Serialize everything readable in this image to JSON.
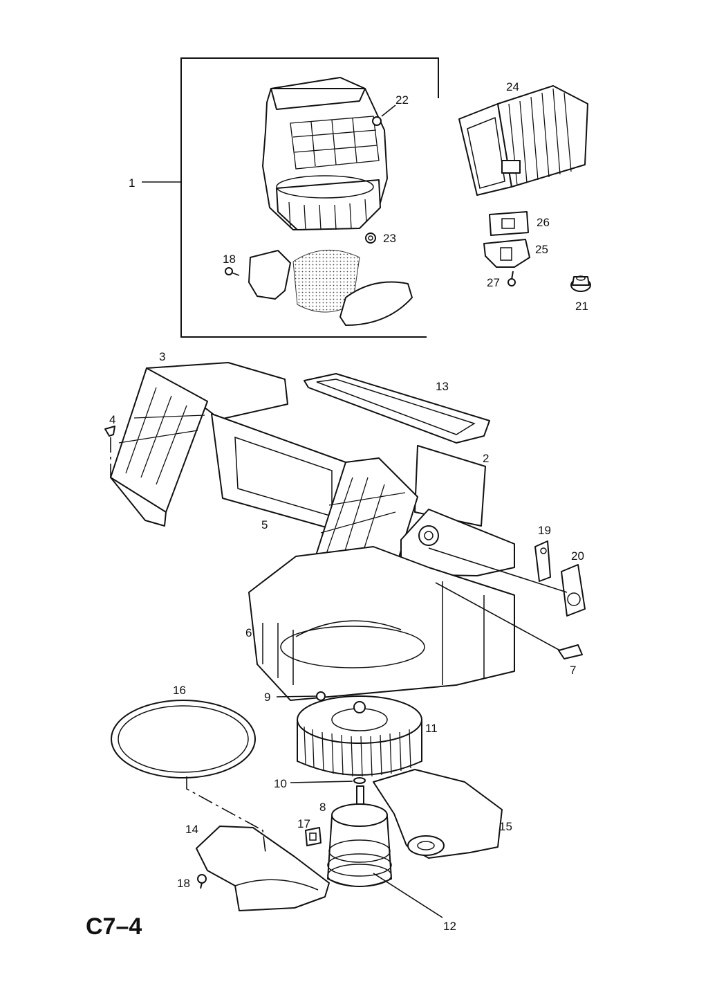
{
  "page_code": "C7–4",
  "callouts": {
    "c1": "1",
    "c2": "2",
    "c3": "3",
    "c4": "4",
    "c5": "5",
    "c6": "6",
    "c7": "7",
    "c8": "8",
    "c9": "9",
    "c10": "10",
    "c11": "11",
    "c12": "12",
    "c13": "13",
    "c14": "14",
    "c15": "15",
    "c16": "16",
    "c17": "17",
    "c18a": "18",
    "c18b": "18",
    "c19": "19",
    "c20": "20",
    "c21": "21",
    "c22": "22",
    "c23": "23",
    "c24": "24",
    "c25": "25",
    "c26": "26",
    "c27": "27"
  }
}
